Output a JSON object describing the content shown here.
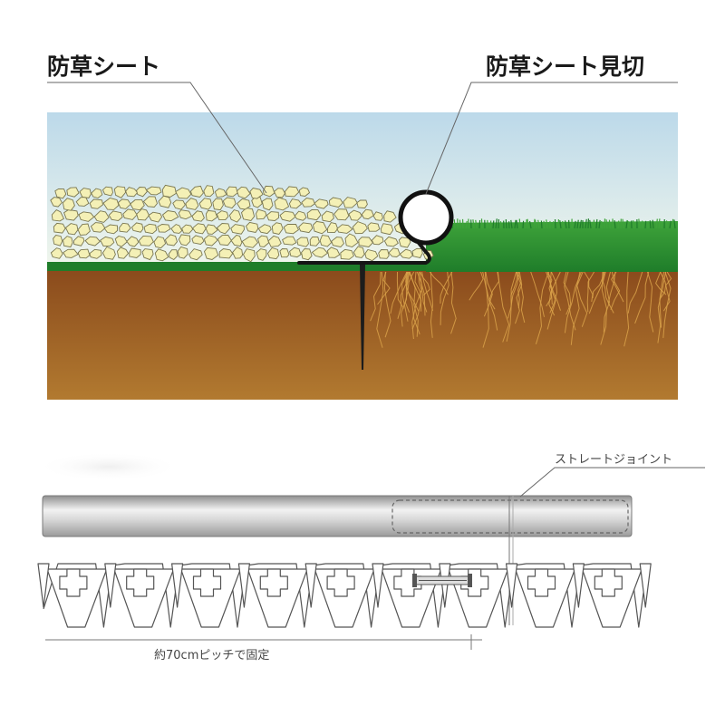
{
  "labels": {
    "sheet": "防草シート",
    "sheet_edge": "防草シート見切",
    "straight_joint": "ストレートジョイント",
    "pitch_note": "約70cmピッチで固定"
  },
  "colors": {
    "sky_top": "#bcd9ea",
    "sky_bottom": "#f2f7ec",
    "soil_top": "#8a4a1c",
    "soil_bottom": "#b27a30",
    "grass_dark": "#1f7d2a",
    "grass_light": "#3ea33a",
    "stone_fill": "#f4f0b6",
    "stone_stroke": "#7a7750",
    "root": "#d9a24a",
    "pipe_light": "#f2f2f2",
    "pipe_dark": "#9a9a9a",
    "outline": "#555555"
  },
  "icons": {
    "stake": "stake-icon",
    "cross_hole": "cross-hole-icon",
    "joint": "joint-icon"
  }
}
